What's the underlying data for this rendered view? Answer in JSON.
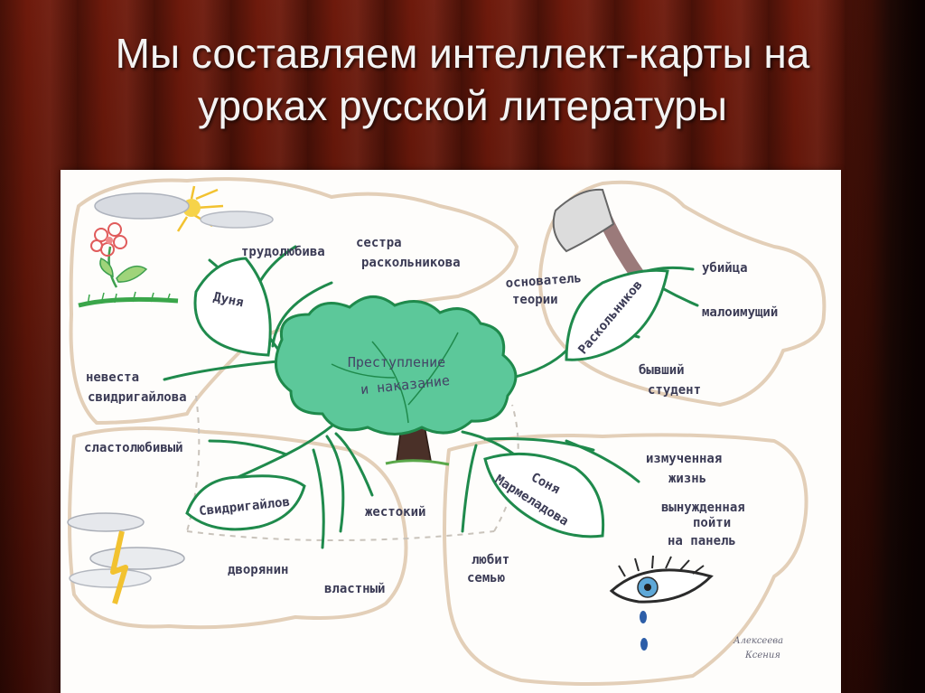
{
  "title": {
    "line1": "Мы составляем интеллект-карты на",
    "line2": "уроках русской литературы"
  },
  "map": {
    "center_line1": "Преступление",
    "center_line2": "и наказание",
    "nodes": {
      "dunya": {
        "label": "Дуня",
        "attrs": [
          "трудолюбива",
          "сестра",
          "раскольникова",
          "невеста",
          "свидригайлова"
        ]
      },
      "raskolnikov": {
        "label": "Раскольников",
        "attrs": [
          "основатель",
          "теории",
          "убийца",
          "малоимущий",
          "бывший",
          "студент"
        ]
      },
      "svidrigailov": {
        "label": "Свидригайлов",
        "attrs": [
          "сластолюбивый",
          "жестокий",
          "дворянин",
          "властный"
        ]
      },
      "sonya": {
        "label_line1": "Соня",
        "label_line2": "Мармеладова",
        "attrs": [
          "измученная",
          "жизнь",
          "вынужденная",
          "пойти",
          "на панель",
          "любит",
          "семью"
        ]
      }
    },
    "signature_line1": "Алексеева",
    "signature_line2": "Ксения"
  },
  "colors": {
    "branch_green": "#1f8a4c",
    "crown_green": "#5cc89a",
    "trunk_brown": "#4a3028",
    "outline_beige": "#e3cfb8",
    "lightning_yellow": "#f2c230",
    "eye_blue": "#5ea8d8"
  },
  "icons": [
    "cloud-sun-icon",
    "flower-icon",
    "axe-icon",
    "storm-cloud-icon",
    "lightning-icon",
    "eye-icon"
  ]
}
